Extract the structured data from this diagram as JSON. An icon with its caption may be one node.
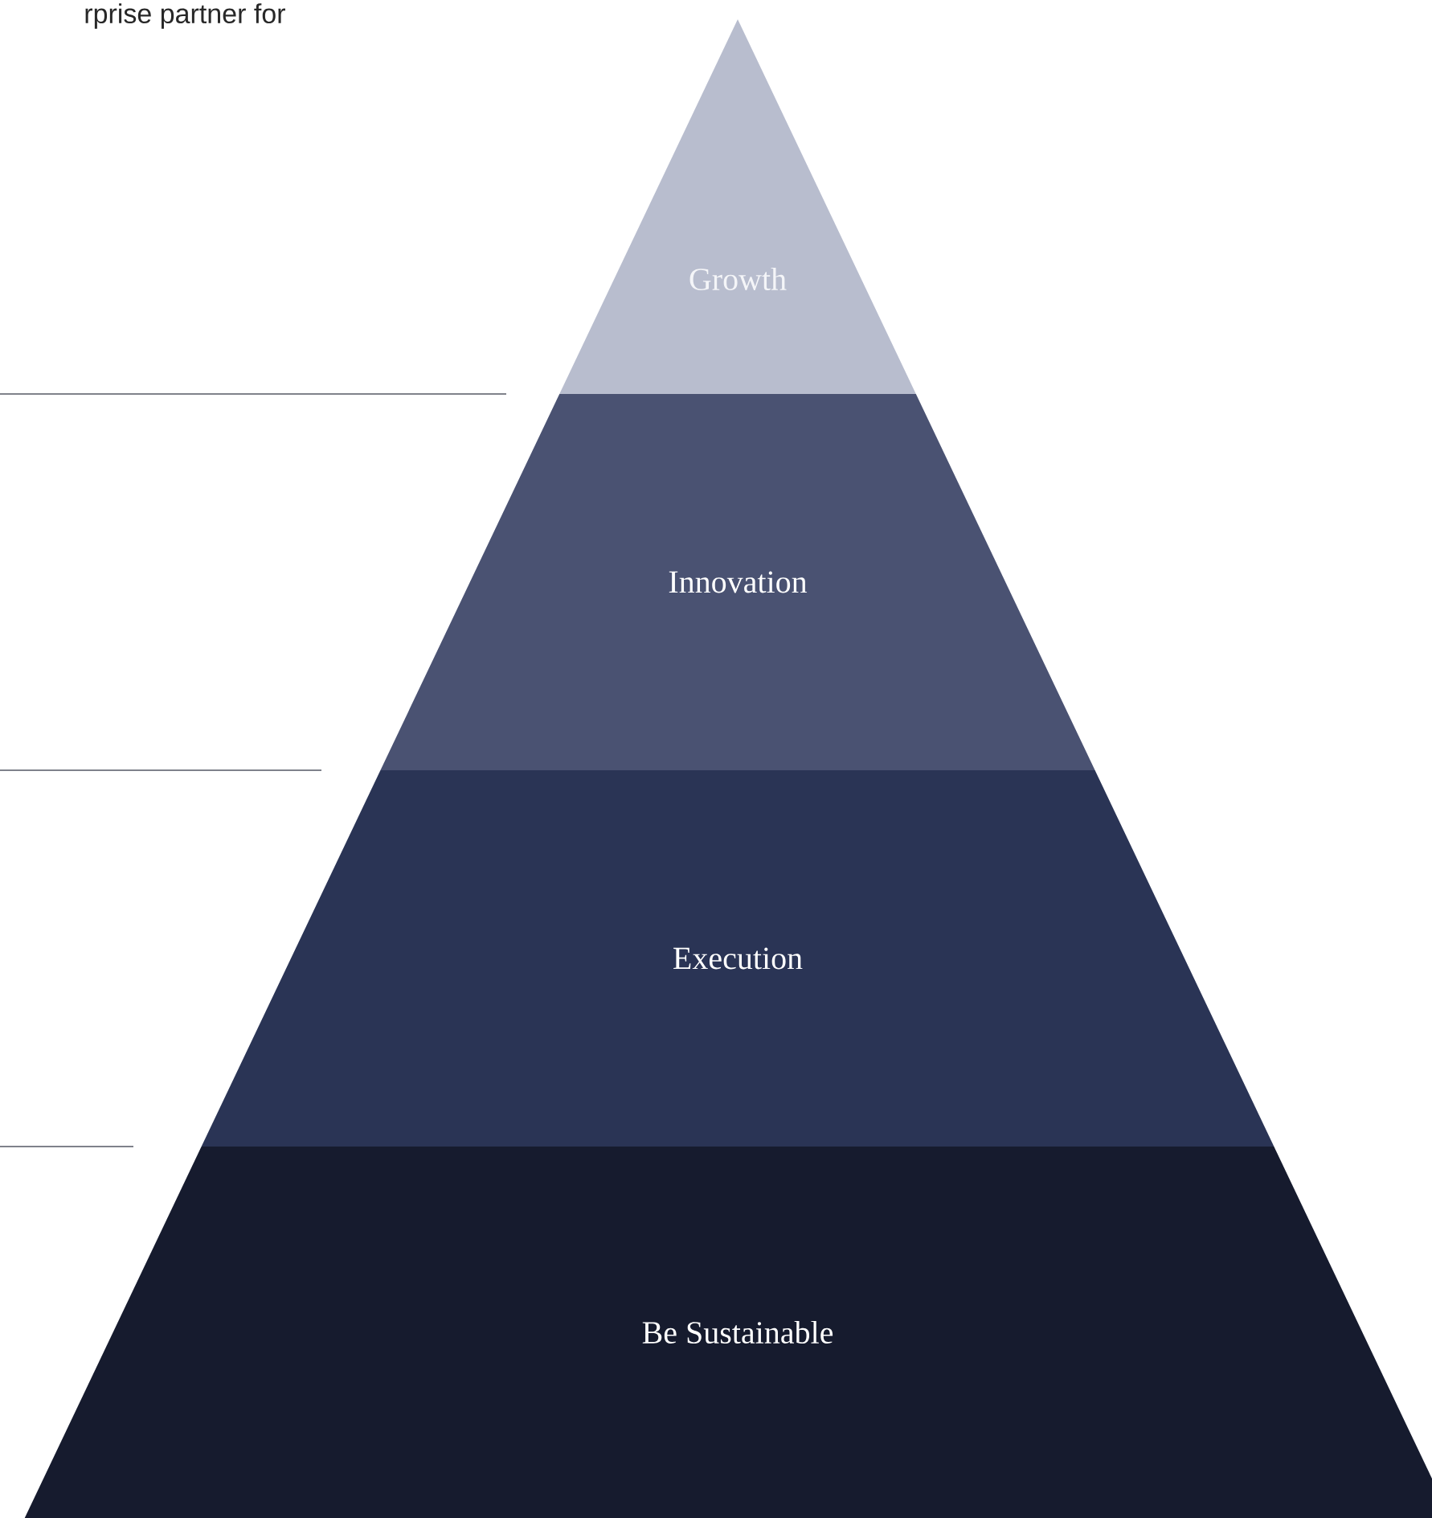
{
  "diagram": {
    "nodes": [
      {
        "text": [
          "Growth"
        ]
      },
      {
        "text": [
          "Innovation"
        ]
      },
      {
        "text": [
          "Execution"
        ]
      },
      {
        "text": [
          "Be Sustainable"
        ]
      }
    ],
    "labels": [
      "rprise partner for"
    ]
  }
}
